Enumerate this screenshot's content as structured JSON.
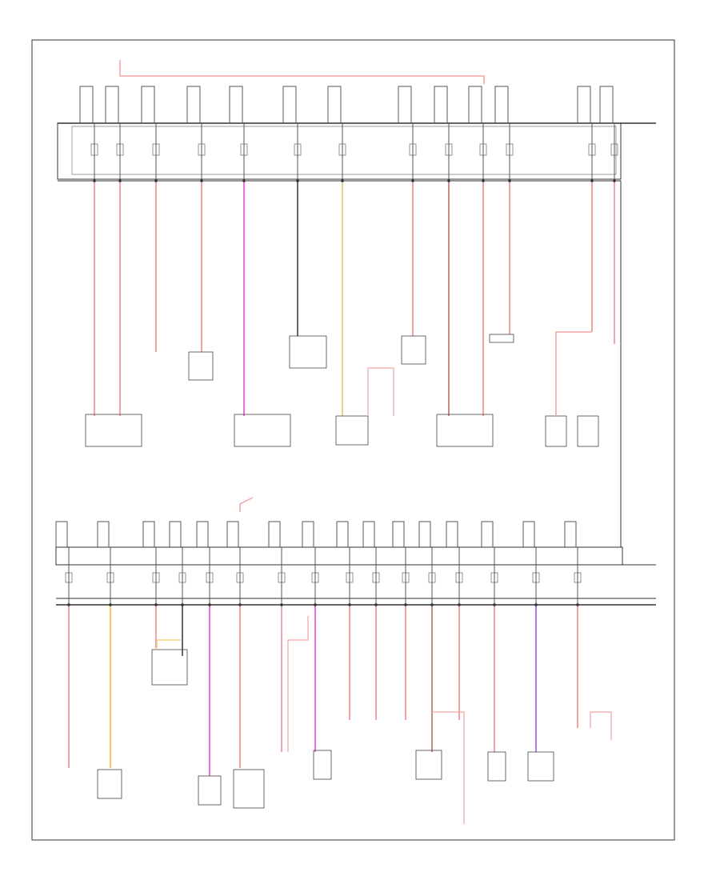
{
  "diagram": {
    "style": "automotive power distribution wiring schematic",
    "colors": {
      "frame": "#222222",
      "wire_default": "#666666",
      "wire_red": "#f4a3a3",
      "wire_pink": "#f06ed8",
      "wire_orange": "#f7c66a",
      "wire_yellow": "#e8d478",
      "wire_violet": "#b07ae0",
      "wire_brown": "#c98a8a"
    },
    "upper_fuse_bank": {
      "fuse_count": 13,
      "wire_colors": [
        "red",
        "red",
        "red",
        "red",
        "pink",
        "default",
        "yellow",
        "red",
        "brown",
        "red",
        "red",
        "red",
        "red"
      ]
    },
    "lower_fuse_bank": {
      "fuse_count": 16,
      "wire_colors": [
        "red",
        "orange",
        "red",
        "default",
        "pink",
        "red",
        "red",
        "pink",
        "red",
        "red",
        "red",
        "brown",
        "red",
        "red",
        "violet",
        "red"
      ]
    }
  }
}
